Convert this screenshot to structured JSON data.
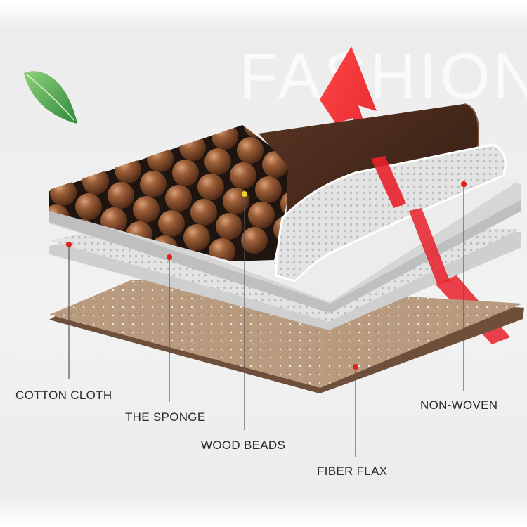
{
  "watermark": "FASHION",
  "labels": {
    "cotton_cloth": "COTTON CLOTH",
    "the_sponge": "THE SPONGE",
    "wood_beads": "WOOD BEADS",
    "fiber_flax": "FIBER FLAX",
    "non_woven": "NON-WOVEN"
  },
  "colors": {
    "marker": "#e0201c",
    "arrow": "#e8202a",
    "leader_line": "#555555",
    "wood_bead": "#8b5230",
    "brown_cloth": "#4a2a1c",
    "flax": "#b59578",
    "sponge": "#e9e9e9"
  },
  "icons": [
    "leaf-icon",
    "up-arrow-icon"
  ]
}
